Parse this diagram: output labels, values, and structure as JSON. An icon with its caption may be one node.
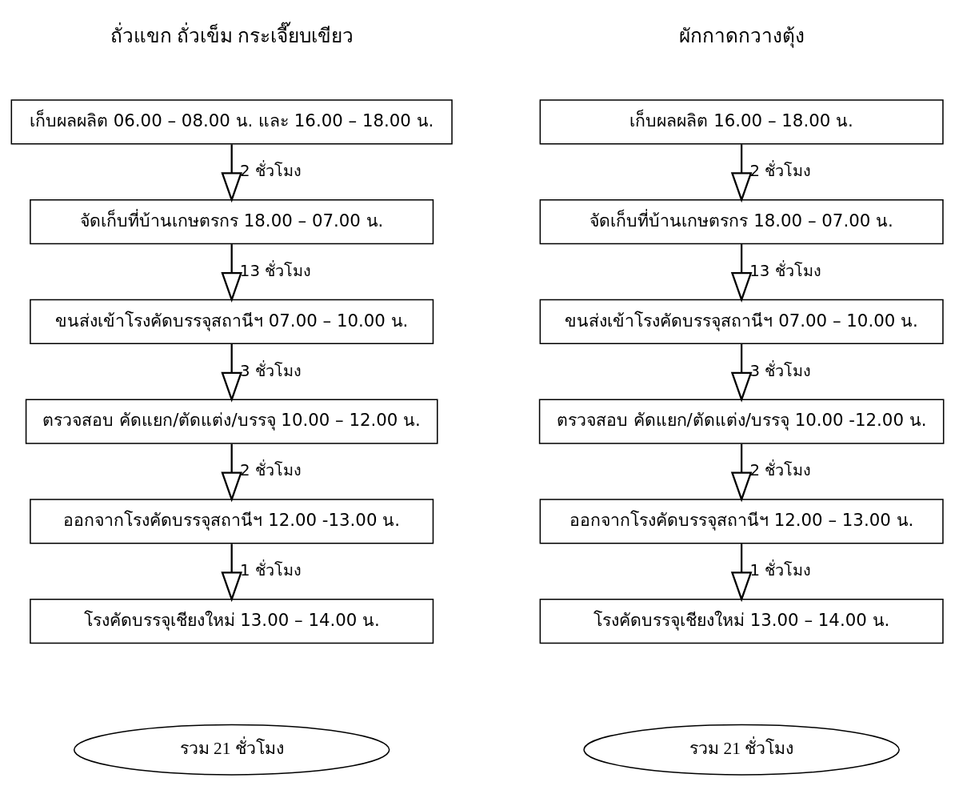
{
  "diagram": {
    "nodes": [
      {
        "text": [
          "เก็บผลผลิต 06.00 – 08.00 น. และ 16.00 – 18.00 น."
        ]
      },
      {
        "text": [
          "จัดเก็บที่บ้านเกษตรกร 18.00 – 07.00 น."
        ]
      },
      {
        "text": [
          "ขนส่งเข้าโรงคัดบรรจุสถานีฯ 07.00 – 10.00 น."
        ]
      },
      {
        "text": [
          "ตรวจสอบ คัดแยก/ตัดแต่ง/บรรจุ 10.00 – 12.00 น."
        ]
      },
      {
        "text": [
          "ออกจากโรงคัดบรรจุสถานีฯ 12.00 -13.00 น."
        ]
      },
      {
        "text": [
          "โรงคัดบรรจุเชียงใหม่ 13.00 – 14.00 น."
        ]
      },
      {
        "text": [
          "รวม 21 ชั่วโมง"
        ]
      },
      {
        "text": [
          "เก็บผลผลิต 16.00 – 18.00 น."
        ]
      },
      {
        "text": [
          "จัดเก็บที่บ้านเกษตรกร 18.00 – 07.00 น."
        ]
      },
      {
        "text": [
          "ขนส่งเข้าโรงคัดบรรจุสถานีฯ 07.00 – 10.00 น."
        ]
      },
      {
        "text": [
          "ตรวจสอบ คัดแยก/ตัดแต่ง/บรรจุ 10.00 -12.00 น."
        ]
      },
      {
        "text": [
          "ออกจากโรงคัดบรรจุสถานีฯ 12.00 – 13.00 น."
        ]
      },
      {
        "text": [
          "โรงคัดบรรจุเชียงใหม่ 13.00 – 14.00 น."
        ]
      },
      {
        "text": [
          "รวม 21 ชั่วโมง"
        ]
      }
    ],
    "edges": [
      {
        "from": 0,
        "to": 1,
        "arrow": "to",
        "label": "2 ชั่วโมง"
      },
      {
        "from": 1,
        "to": 2,
        "arrow": "to",
        "label": "13 ชั่วโมง"
      },
      {
        "from": 2,
        "to": 3,
        "arrow": "to",
        "label": "3 ชั่วโมง"
      },
      {
        "from": 3,
        "to": 4,
        "arrow": "to",
        "label": "2 ชั่วโมง"
      },
      {
        "from": 4,
        "to": 5,
        "arrow": "to",
        "label": "1 ชั่วโมง"
      },
      {
        "from": 7,
        "to": 8,
        "arrow": "to",
        "label": "2 ชั่วโมง"
      },
      {
        "from": 8,
        "to": 9,
        "arrow": "to",
        "label": "13 ชั่วโมง"
      },
      {
        "from": 9,
        "to": 10,
        "arrow": "to",
        "label": "3 ชั่วโมง"
      },
      {
        "from": 10,
        "to": 11,
        "arrow": "to",
        "label": "2 ชั่วโมง"
      },
      {
        "from": 11,
        "to": 12,
        "arrow": "to",
        "label": "1 ชั่วโมง"
      }
    ],
    "labels": [
      "ถั่วแขก ถั่วเข็ม กระเจี๊ยบเขียว",
      "ผักกาดกวางตุ้ง"
    ]
  }
}
